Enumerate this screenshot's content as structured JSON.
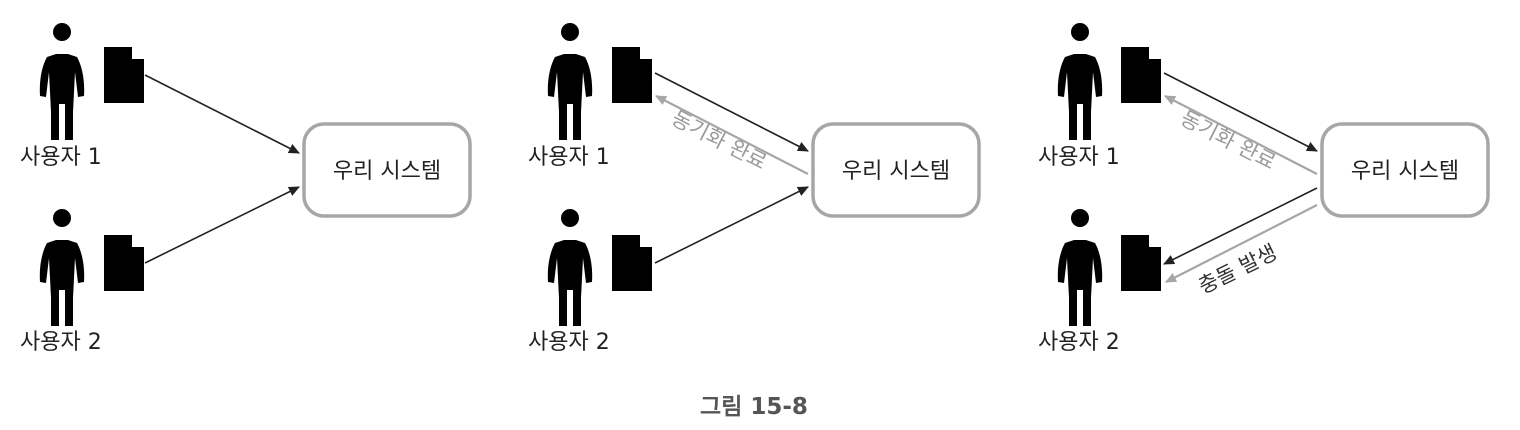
{
  "caption": "그림 15-8",
  "system_label": "우리 시스템",
  "user1_label": "사용자 1",
  "user2_label": "사용자 2",
  "sync_done_label": "동기화 완료",
  "conflict_label": "충돌 발생",
  "colors": {
    "dark": "#222222",
    "grey": "#a6a6a6",
    "caption": "#555555"
  },
  "panels": [
    {
      "system": "우리 시스템",
      "user1": "사용자 1",
      "user2": "사용자 2"
    },
    {
      "system": "우리 시스템",
      "user1": "사용자 1",
      "user2": "사용자 2",
      "sync": "동기화 완료"
    },
    {
      "system": "우리 시스템",
      "user1": "사용자 1",
      "user2": "사용자 2",
      "sync": "동기화 완료",
      "conflict": "충돌 발생"
    }
  ]
}
